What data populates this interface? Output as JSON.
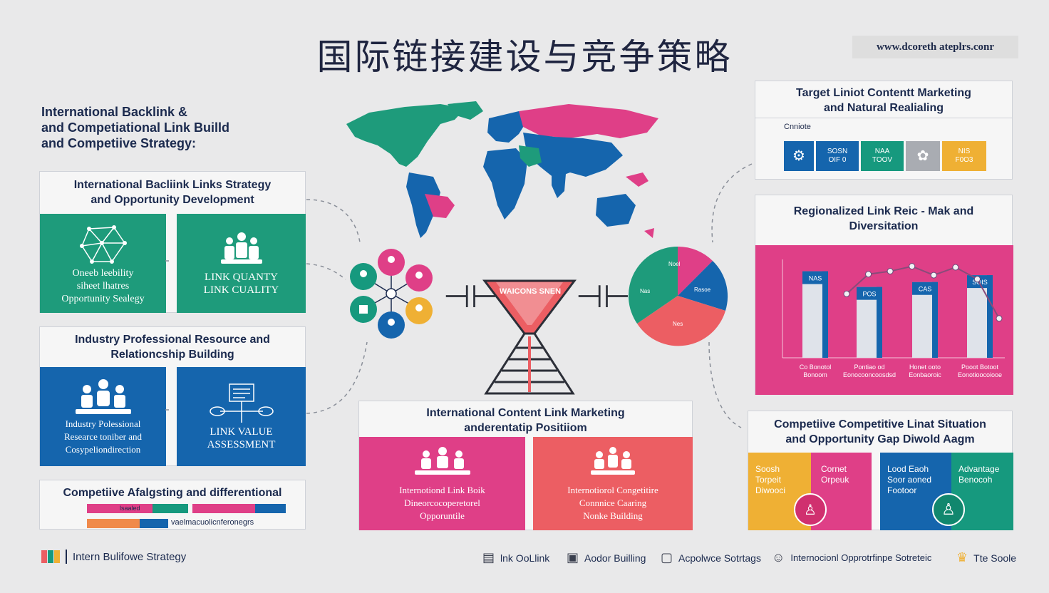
{
  "header": {
    "title": "国际链接建设与竞争策略",
    "url": "www.dcoreth ateplrs.conr"
  },
  "left": {
    "heading": "International Backlink &\nand Competiational Link Builld\nand Competiive Strategy:",
    "panel1": {
      "title": "International Bacliink Links Strategy\nand Opportunity Development",
      "tile1": "Oneeb leebility\nsiheet lhatres\nOpportunity Sealegy",
      "tile2": "LINK QUANTY\nLINK CUALITY"
    },
    "panel2": {
      "title": "Industry Professional Resource and\nRelationcship Building",
      "tile1": "Industry Polessional\nResearce toniber and\nCosypeliondirection",
      "tile2": "LINK VALUE\nASSESSMENT"
    },
    "panel3": {
      "title": "Competiive Afalgsting and differentional",
      "bar_label1": "lsaaled",
      "bar_label2": "vaelmacuolicnferonegrs"
    }
  },
  "center": {
    "funnel_label": "WAICONS SNEN",
    "panel": {
      "title": "International Content Link Marketing\nanderentatip Positiiom",
      "tile1": "Internotiond Link Boik\nDineorcocoperetorel\nOpporuntile",
      "tile2": "Internotiorol Congetitire\nConnnice Caaring\nNonke Building"
    },
    "pie": {
      "labels": [
        "Noel",
        "Nas",
        "Rasoe",
        "Nes"
      ]
    }
  },
  "right": {
    "panel1": {
      "title": "Target  Liniot Contentt Marketing\nand Natural Realialing",
      "caption": "Cnniote",
      "blocks": [
        {
          "text": "",
          "color": "#1565ad"
        },
        {
          "text": "SOSN\nOIF 0",
          "color": "#1565ad"
        },
        {
          "text": "NAA\nTOOV",
          "color": "#16997e"
        },
        {
          "text": "",
          "color": "#a9acb2"
        },
        {
          "text": "NIS\nF0O3",
          "color": "#efb034"
        }
      ]
    },
    "panel2": {
      "title": "Regionalized Link Reic - Mak and\nDiversitation",
      "bars": [
        {
          "label": "NAS",
          "value": 0.88,
          "xlabel": "Co Bonotol\nBonoom"
        },
        {
          "label": "POS",
          "value": 0.72,
          "xlabel": "Pontiao od\nEonocooncoosdsd"
        },
        {
          "label": "CAS",
          "value": 0.77,
          "xlabel": "Honet ooto\nEonbaoroic"
        },
        {
          "label": "SOIS",
          "value": 0.84,
          "xlabel": "Pooot Botoot\nEonotioocoiooe"
        }
      ],
      "line_points": [
        0.65,
        0.85,
        0.88,
        0.93,
        0.84,
        0.92,
        0.8,
        0.4
      ]
    },
    "panel3": {
      "title": "Competiive Competitive Linat Situation\nand Opportunity Gap Diwold Aagm",
      "tiles": [
        {
          "text": "Soosh\nTorpeit\nDiwooci",
          "color": "#efb034"
        },
        {
          "text": "Cornet\nOrpeuk",
          "color": "#df3f87"
        },
        {
          "text": "Lood Eaoh\nSoor aoned\nFootoor",
          "color": "#1565ad"
        },
        {
          "text": "Advantage\nBenocoh",
          "color": "#16997e"
        }
      ]
    }
  },
  "footer": {
    "brand": "Intern Bulifowe Strategy",
    "items": [
      {
        "icon": "document-icon",
        "label": "lnk OoLlink"
      },
      {
        "icon": "chat-icon",
        "label": "Aodor Builling"
      },
      {
        "icon": "page-icon",
        "label": "Acpolwce Sotrtags"
      },
      {
        "icon": "head-icon",
        "label": "Internocionl Opprotrfinpe Sotreteic"
      },
      {
        "icon": "trophy-icon",
        "label": "Tte Soole"
      }
    ]
  }
}
